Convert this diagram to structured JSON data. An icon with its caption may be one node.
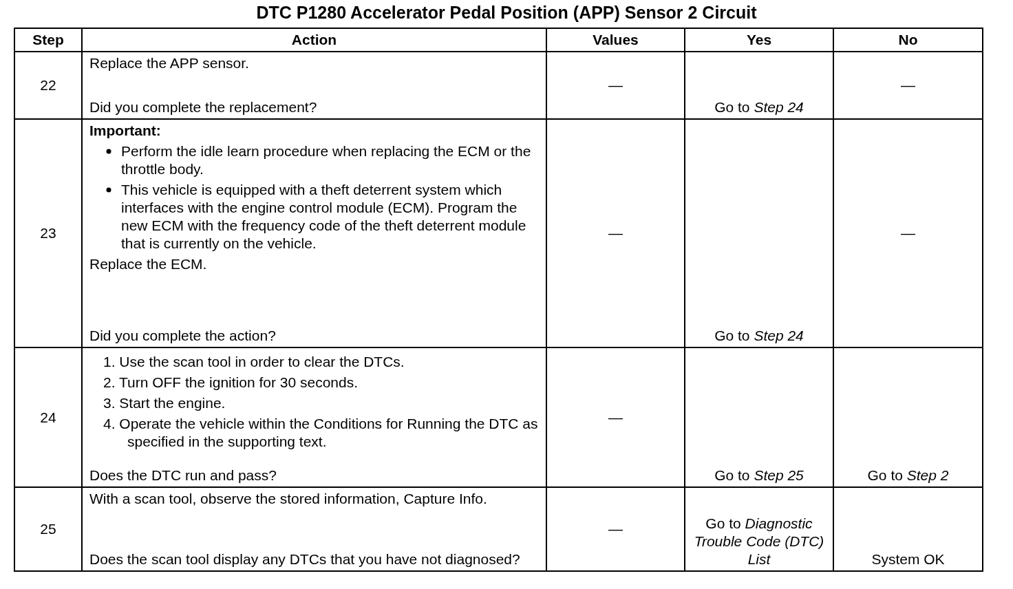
{
  "diagram": {
    "title": "DTC P1280 Accelerator Pedal Position (APP) Sensor 2 Circuit",
    "labels": [
      "Step",
      "Action",
      "Values",
      "Yes",
      "No",
      "22",
      "Replace the APP sensor.",
      "Did you complete the replacement?",
      "—",
      "Go to *Step 24*",
      "—",
      "23",
      "Important:",
      "Perform the idle learn procedure when replacing the ECM or the throttle body.",
      "This vehicle is equipped with a theft deterrent system which interfaces with the engine control module (ECM). Program the new ECM with the frequency code of the theft deterrent module that is currently on the vehicle.",
      "Replace the ECM.",
      "Did you complete the action?",
      "—",
      "Go to *Step 24*",
      "—",
      "24",
      "1. Use the scan tool in order to clear the DTCs.",
      "2. Turn OFF the ignition for 30 seconds.",
      "3. Start the engine.",
      "4. Operate the vehicle within the Conditions for Running the DTC as specified in the supporting text.",
      "Does the DTC run and pass?",
      "—",
      "Go to *Step 25*",
      "Go to *Step 2*",
      "25",
      "With a scan tool, observe the stored information, Capture Info.",
      "Does the scan tool display any DTCs that you have not diagnosed?",
      "—",
      "Go to *Diagnostic Trouble Code (DTC) List*",
      "System OK"
    ]
  }
}
